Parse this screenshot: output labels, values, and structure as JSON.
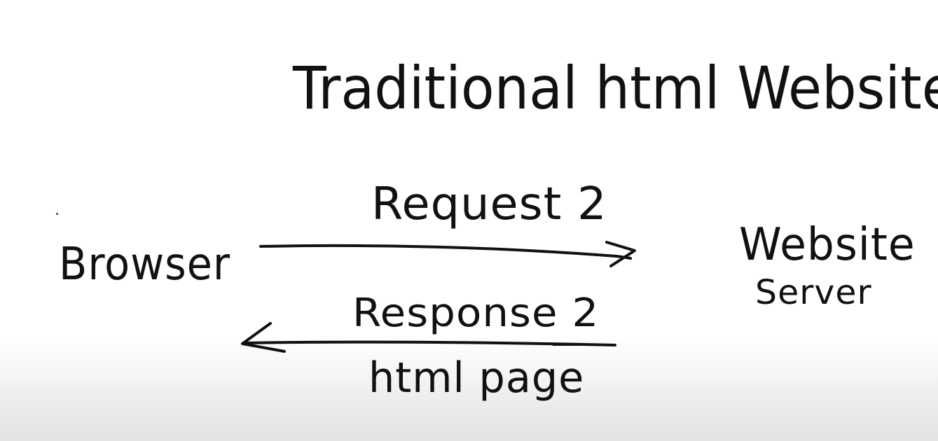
{
  "title": "Traditional html Website",
  "client": {
    "label": "Browser"
  },
  "server": {
    "line1": "Website",
    "line2": "Server"
  },
  "request": {
    "label": "Request 2"
  },
  "response": {
    "label": "Response 2",
    "content_label": "html page"
  },
  "colors": {
    "ink": "#111111",
    "background": "#ffffff"
  }
}
